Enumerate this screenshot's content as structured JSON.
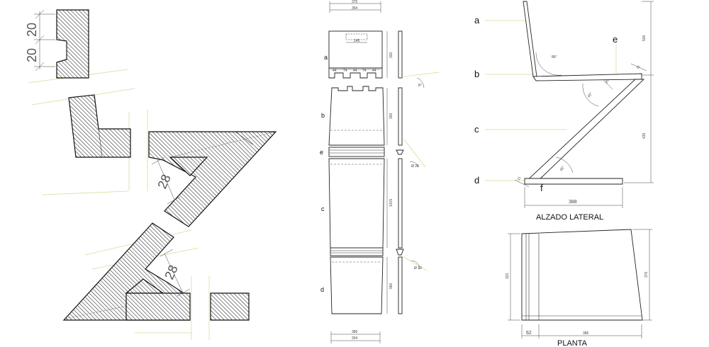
{
  "detail": {
    "dim_top": "20",
    "dim_mid": "20",
    "dim_upper_joint": "28",
    "dim_lower_joint": "28"
  },
  "elevation": {
    "letters": [
      "a",
      "b",
      "e",
      "c",
      "d"
    ],
    "top_dim_1": "370",
    "top_dim_2": "354",
    "slot_dim": "145",
    "tenon_dims": [
      "44",
      "74",
      "44",
      "74",
      "44"
    ],
    "side_dims": [
      "320",
      "300",
      "1415",
      "960"
    ],
    "bottom_dim_1": "386",
    "bottom_dim_2": "354",
    "angle_1": "8°",
    "angle_2": "Ø 28",
    "angle_3": "Ø 19"
  },
  "side_view": {
    "letters": [
      "a",
      "b",
      "c",
      "d",
      "e",
      "f"
    ],
    "title": "ALZADO LATERAL",
    "horizontal_dim": "388",
    "vertical_dims": [
      "500",
      "435"
    ],
    "angle_back": "86°",
    "angle_upper": "45°",
    "angle_lower": "45°",
    "small_dims": [
      "11",
      "11",
      "20"
    ]
  },
  "plan_view": {
    "title": "PLANTA",
    "left_dim": "323",
    "right_dim": "370",
    "bottom_dim_1": "62",
    "bottom_dim_2": "385"
  }
}
